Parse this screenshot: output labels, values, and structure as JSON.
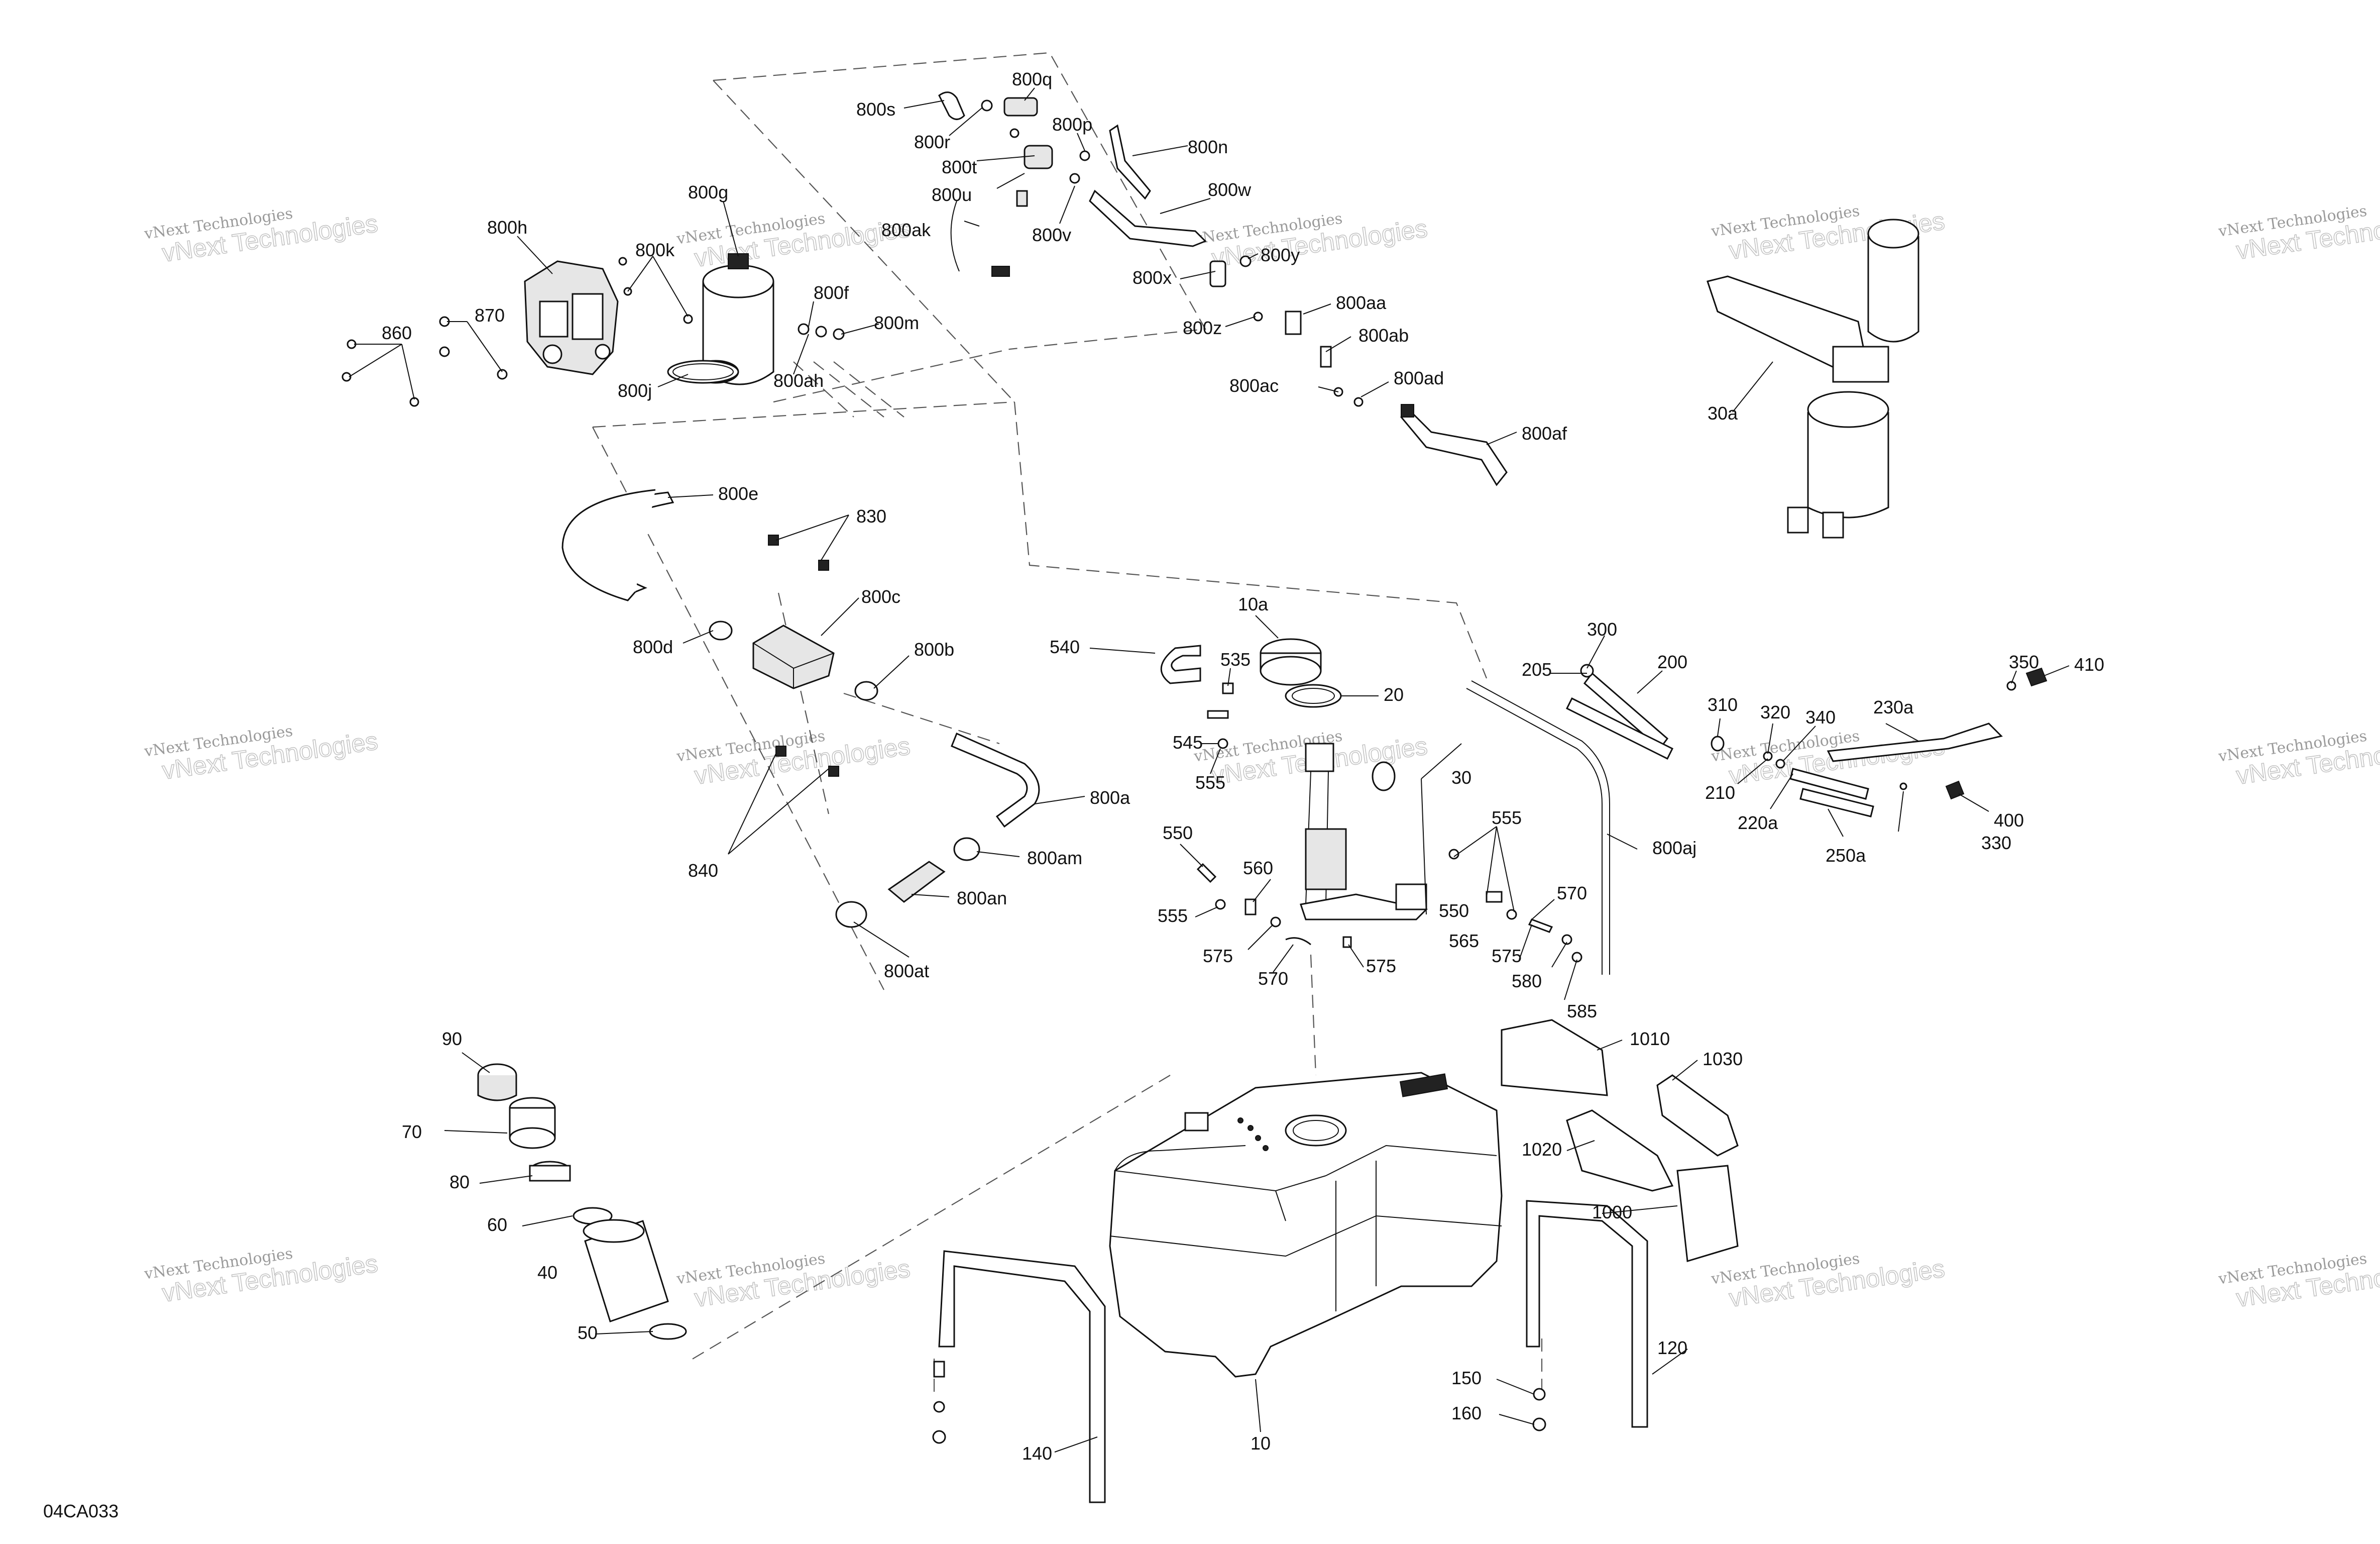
{
  "diagram_code": "04CA033",
  "watermark": {
    "line1": "vNext Technologies",
    "line2": "vNext Technologies"
  },
  "labels": [
    {
      "id": "800s",
      "text": "800s"
    },
    {
      "id": "800q",
      "text": "800q"
    },
    {
      "id": "800r",
      "text": "800r"
    },
    {
      "id": "800p",
      "text": "800p"
    },
    {
      "id": "800t",
      "text": "800t"
    },
    {
      "id": "800n",
      "text": "800n"
    },
    {
      "id": "800u",
      "text": "800u"
    },
    {
      "id": "800w",
      "text": "800w"
    },
    {
      "id": "800ak",
      "text": "800ak"
    },
    {
      "id": "800v",
      "text": "800v"
    },
    {
      "id": "800y",
      "text": "800y"
    },
    {
      "id": "800x",
      "text": "800x"
    },
    {
      "id": "800aa",
      "text": "800aa"
    },
    {
      "id": "800z",
      "text": "800z"
    },
    {
      "id": "800ab",
      "text": "800ab"
    },
    {
      "id": "800ac",
      "text": "800ac"
    },
    {
      "id": "800ad",
      "text": "800ad"
    },
    {
      "id": "800af",
      "text": "800af"
    },
    {
      "id": "800g",
      "text": "800g"
    },
    {
      "id": "800h",
      "text": "800h"
    },
    {
      "id": "800k",
      "text": "800k"
    },
    {
      "id": "800f",
      "text": "800f"
    },
    {
      "id": "860",
      "text": "860"
    },
    {
      "id": "870",
      "text": "870"
    },
    {
      "id": "800m",
      "text": "800m"
    },
    {
      "id": "800j",
      "text": "800j"
    },
    {
      "id": "800ah",
      "text": "800ah"
    },
    {
      "id": "30a",
      "text": "30a"
    },
    {
      "id": "800e",
      "text": "800e"
    },
    {
      "id": "830",
      "text": "830"
    },
    {
      "id": "800c",
      "text": "800c"
    },
    {
      "id": "800d",
      "text": "800d"
    },
    {
      "id": "800b",
      "text": "800b"
    },
    {
      "id": "800a",
      "text": "800a"
    },
    {
      "id": "840",
      "text": "840"
    },
    {
      "id": "800am",
      "text": "800am"
    },
    {
      "id": "800an",
      "text": "800an"
    },
    {
      "id": "800at",
      "text": "800at"
    },
    {
      "id": "10a",
      "text": "10a"
    },
    {
      "id": "540",
      "text": "540"
    },
    {
      "id": "535",
      "text": "535"
    },
    {
      "id": "20",
      "text": "20"
    },
    {
      "id": "545",
      "text": "545"
    },
    {
      "id": "555a",
      "text": "555"
    },
    {
      "id": "30",
      "text": "30"
    },
    {
      "id": "550a",
      "text": "550"
    },
    {
      "id": "560",
      "text": "560"
    },
    {
      "id": "555b",
      "text": "555"
    },
    {
      "id": "575a",
      "text": "575"
    },
    {
      "id": "570a",
      "text": "570"
    },
    {
      "id": "575b",
      "text": "575"
    },
    {
      "id": "555c",
      "text": "555"
    },
    {
      "id": "550b",
      "text": "550"
    },
    {
      "id": "565",
      "text": "565"
    },
    {
      "id": "575c",
      "text": "575"
    },
    {
      "id": "570b",
      "text": "570"
    },
    {
      "id": "580",
      "text": "580"
    },
    {
      "id": "585",
      "text": "585"
    },
    {
      "id": "300",
      "text": "300"
    },
    {
      "id": "200",
      "text": "200"
    },
    {
      "id": "205",
      "text": "205"
    },
    {
      "id": "310",
      "text": "310"
    },
    {
      "id": "320",
      "text": "320"
    },
    {
      "id": "340",
      "text": "340"
    },
    {
      "id": "350",
      "text": "350"
    },
    {
      "id": "410",
      "text": "410"
    },
    {
      "id": "230a",
      "text": "230a"
    },
    {
      "id": "210",
      "text": "210"
    },
    {
      "id": "220a",
      "text": "220a"
    },
    {
      "id": "330",
      "text": "330"
    },
    {
      "id": "400",
      "text": "400"
    },
    {
      "id": "250a",
      "text": "250a"
    },
    {
      "id": "800aj",
      "text": "800aj"
    },
    {
      "id": "1010",
      "text": "1010"
    },
    {
      "id": "1030",
      "text": "1030"
    },
    {
      "id": "1020",
      "text": "1020"
    },
    {
      "id": "1000",
      "text": "1000"
    },
    {
      "id": "90",
      "text": "90"
    },
    {
      "id": "70",
      "text": "70"
    },
    {
      "id": "80",
      "text": "80"
    },
    {
      "id": "60",
      "text": "60"
    },
    {
      "id": "40",
      "text": "40"
    },
    {
      "id": "50",
      "text": "50"
    },
    {
      "id": "10",
      "text": "10"
    },
    {
      "id": "140",
      "text": "140"
    },
    {
      "id": "150",
      "text": "150"
    },
    {
      "id": "160",
      "text": "160"
    },
    {
      "id": "120",
      "text": "120"
    }
  ]
}
